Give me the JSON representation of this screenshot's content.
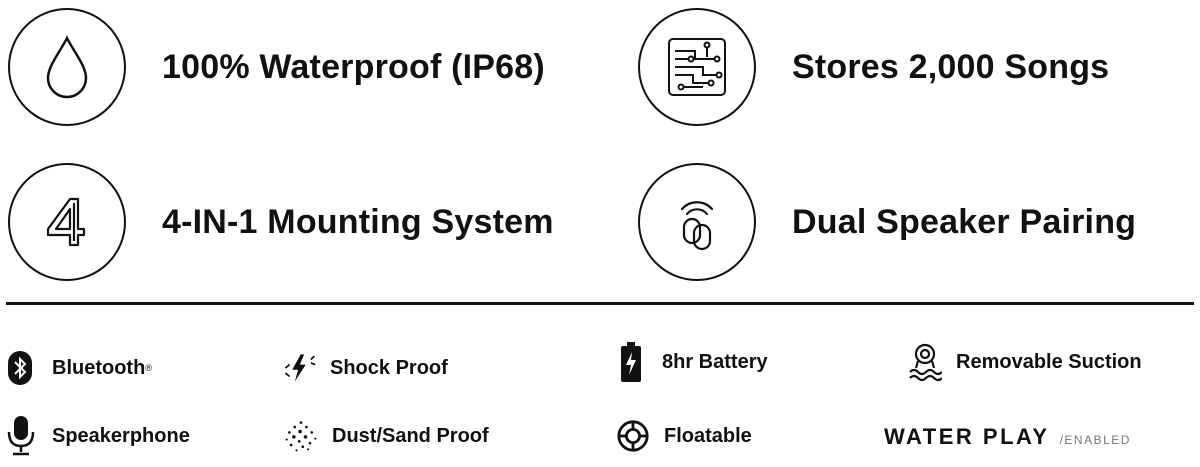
{
  "features": [
    {
      "label": "100% Waterproof (IP68)",
      "icon": "water-drop-icon"
    },
    {
      "label": "Stores 2,000 Songs",
      "icon": "circuit-chip-icon"
    },
    {
      "label": "4-IN-1 Mounting System",
      "icon": "number-four-icon"
    },
    {
      "label": "Dual Speaker Pairing",
      "icon": "speaker-pairing-icon"
    }
  ],
  "specs": [
    {
      "label": "Bluetooth",
      "mark": "®",
      "icon": "bluetooth-icon"
    },
    {
      "label": "Shock Proof",
      "icon": "shock-icon"
    },
    {
      "label": "8hr Battery",
      "icon": "battery-icon"
    },
    {
      "label": "Removable Suction",
      "icon": "suction-cup-icon"
    },
    {
      "label": "Speakerphone",
      "icon": "microphone-icon"
    },
    {
      "label": "Dust/Sand Proof",
      "icon": "dust-icon"
    },
    {
      "label": "Floatable",
      "icon": "life-ring-icon"
    }
  ],
  "water_play": {
    "main": "WATER PLAY",
    "sub": "/ENABLED"
  }
}
